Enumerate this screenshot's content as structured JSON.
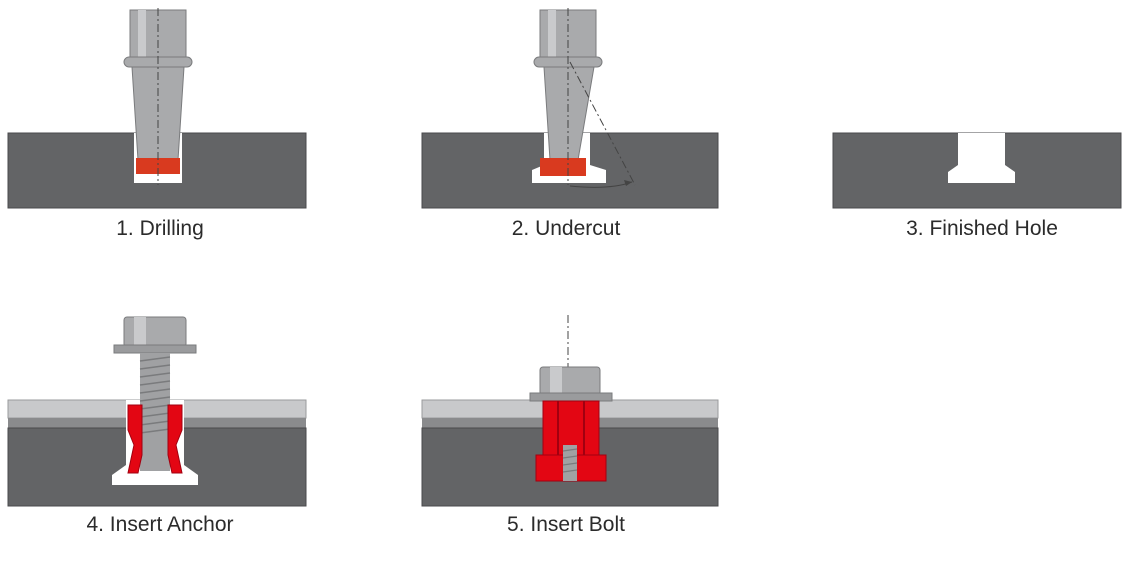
{
  "steps": [
    {
      "label": "1. Drilling"
    },
    {
      "label": "2. Undercut"
    },
    {
      "label": "3. Finished Hole"
    },
    {
      "label": "4. Insert Anchor"
    },
    {
      "label": "5. Insert Bolt"
    }
  ],
  "colors": {
    "concrete": "#636466",
    "concrete_edge": "#4a4a4c",
    "tool_steel": "#a9aaac",
    "tool_highlight": "#c9cacc",
    "cutter_red": "#d93a1f",
    "anchor_red": "#e30613",
    "plate_light": "#c8c9cb",
    "plate_mid": "#8a8b8d"
  },
  "icons": [
    "drill-bit-icon",
    "undercut-tool-icon",
    "finished-hole-icon",
    "anchor-icon",
    "bolt-icon"
  ]
}
